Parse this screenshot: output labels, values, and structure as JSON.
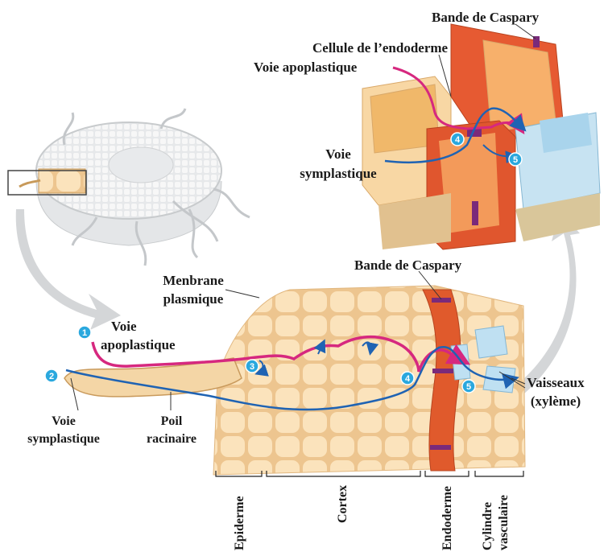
{
  "labels": {
    "caspary_top": "Bande de Caspary",
    "endoderm_cell": "Cellule de l’endoderme",
    "apoplast_top": "Voie apoplastique",
    "symplast_top_1": "Voie",
    "symplast_top_2": "symplastique",
    "caspary_mid": "Bande de Caspary",
    "membrane_1": "Menbrane",
    "membrane_2": "plasmique",
    "apoplast_1": "Voie",
    "apoplast_2": "apoplastique",
    "symplast_1": "Voie",
    "symplast_2": "symplastique",
    "root_hair_1": "Poil",
    "root_hair_2": "racinaire",
    "vessels_1": "Vaisseaux",
    "vessels_2": "(xylème)"
  },
  "regions": [
    "Epiderme",
    "Cortex",
    "Endoderme",
    "Cylindre vasculaire"
  ],
  "markers": [
    "1",
    "2",
    "3",
    "4",
    "5",
    "4",
    "5"
  ],
  "colors": {
    "apoplastic_path": "#d6287f",
    "symplastic_path": "#1f63b3",
    "marker": "#2aa8de",
    "cell_fill": "#f8dcae",
    "cell_wall": "#e8c08a",
    "endoderm": "#e05a2c",
    "caspary": "#7a2a7a",
    "xylem": "#bfe0f2",
    "arrow_gray": "#d4d6d8"
  }
}
